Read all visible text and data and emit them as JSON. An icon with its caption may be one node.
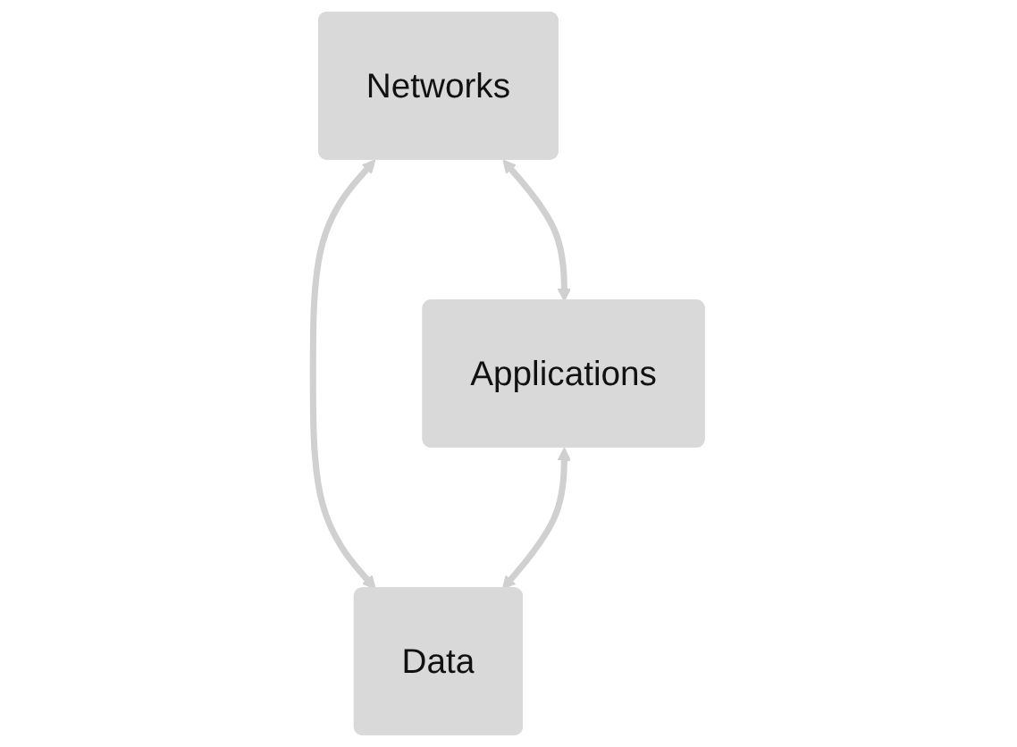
{
  "diagram": {
    "nodes": [
      {
        "text": [
          "Networks"
        ]
      },
      {
        "text": [
          "Applications"
        ]
      },
      {
        "text": [
          "Data"
        ]
      }
    ],
    "edges": [
      {
        "from": 0,
        "to": 1,
        "arrow": "both"
      },
      {
        "from": 0,
        "to": 2,
        "arrow": "both"
      },
      {
        "from": 1,
        "to": 2,
        "arrow": "both"
      }
    ]
  }
}
